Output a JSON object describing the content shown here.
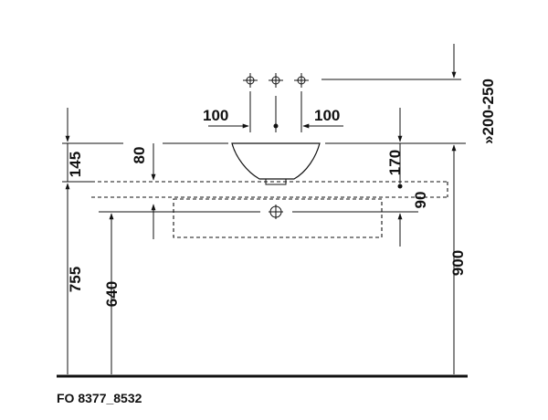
{
  "drawing": {
    "dimensions": {
      "tap_spacing_left": "100",
      "tap_spacing_right": "100",
      "tap_height_range": "»200-250",
      "rim_to_top": "145",
      "bowl_depth": "80",
      "bowl_height": "170",
      "waste_offset": "90",
      "counter_height": "755",
      "waste_height": "640",
      "total_height": "900"
    },
    "reference_code": "FO 8377_8532"
  }
}
